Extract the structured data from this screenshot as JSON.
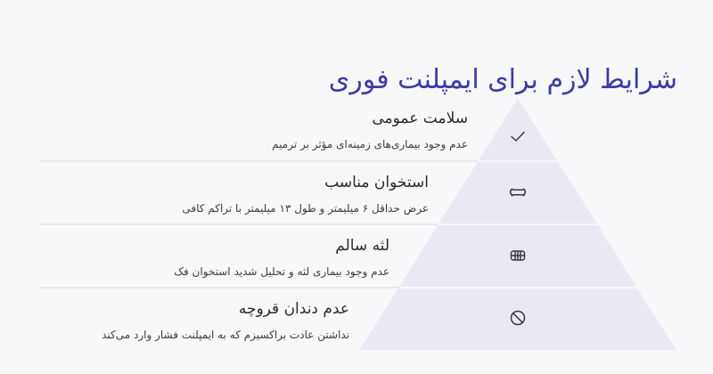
{
  "title": "شرایط لازم برای ایمپلنت فوری",
  "tiers": [
    {
      "heading": "سلامت عمومی",
      "description": "عدم وجود بیماری‌های زمینه‌ای مؤثر بر ترمیم",
      "icon": "check-icon"
    },
    {
      "heading": "استخوان مناسب",
      "description": "عرض حداقل ۶ میلیمتر و طول ۱۳ میلیمتر با تراکم کافی",
      "icon": "bone-icon"
    },
    {
      "heading": "لثه سالم",
      "description": "عدم وجود بیماری لثه و تحلیل شدید استخوان فک",
      "icon": "teeth-icon"
    },
    {
      "heading": "عدم دندان قروچه",
      "description": "نداشتن عادت براکسیزم که به ایمپلنت فشار وارد می‌کند",
      "icon": "prohibited-icon"
    }
  ],
  "colors": {
    "title": "#3b3ba8",
    "tier_fill": "#e9e9f4",
    "background": "#f8f8fa"
  }
}
